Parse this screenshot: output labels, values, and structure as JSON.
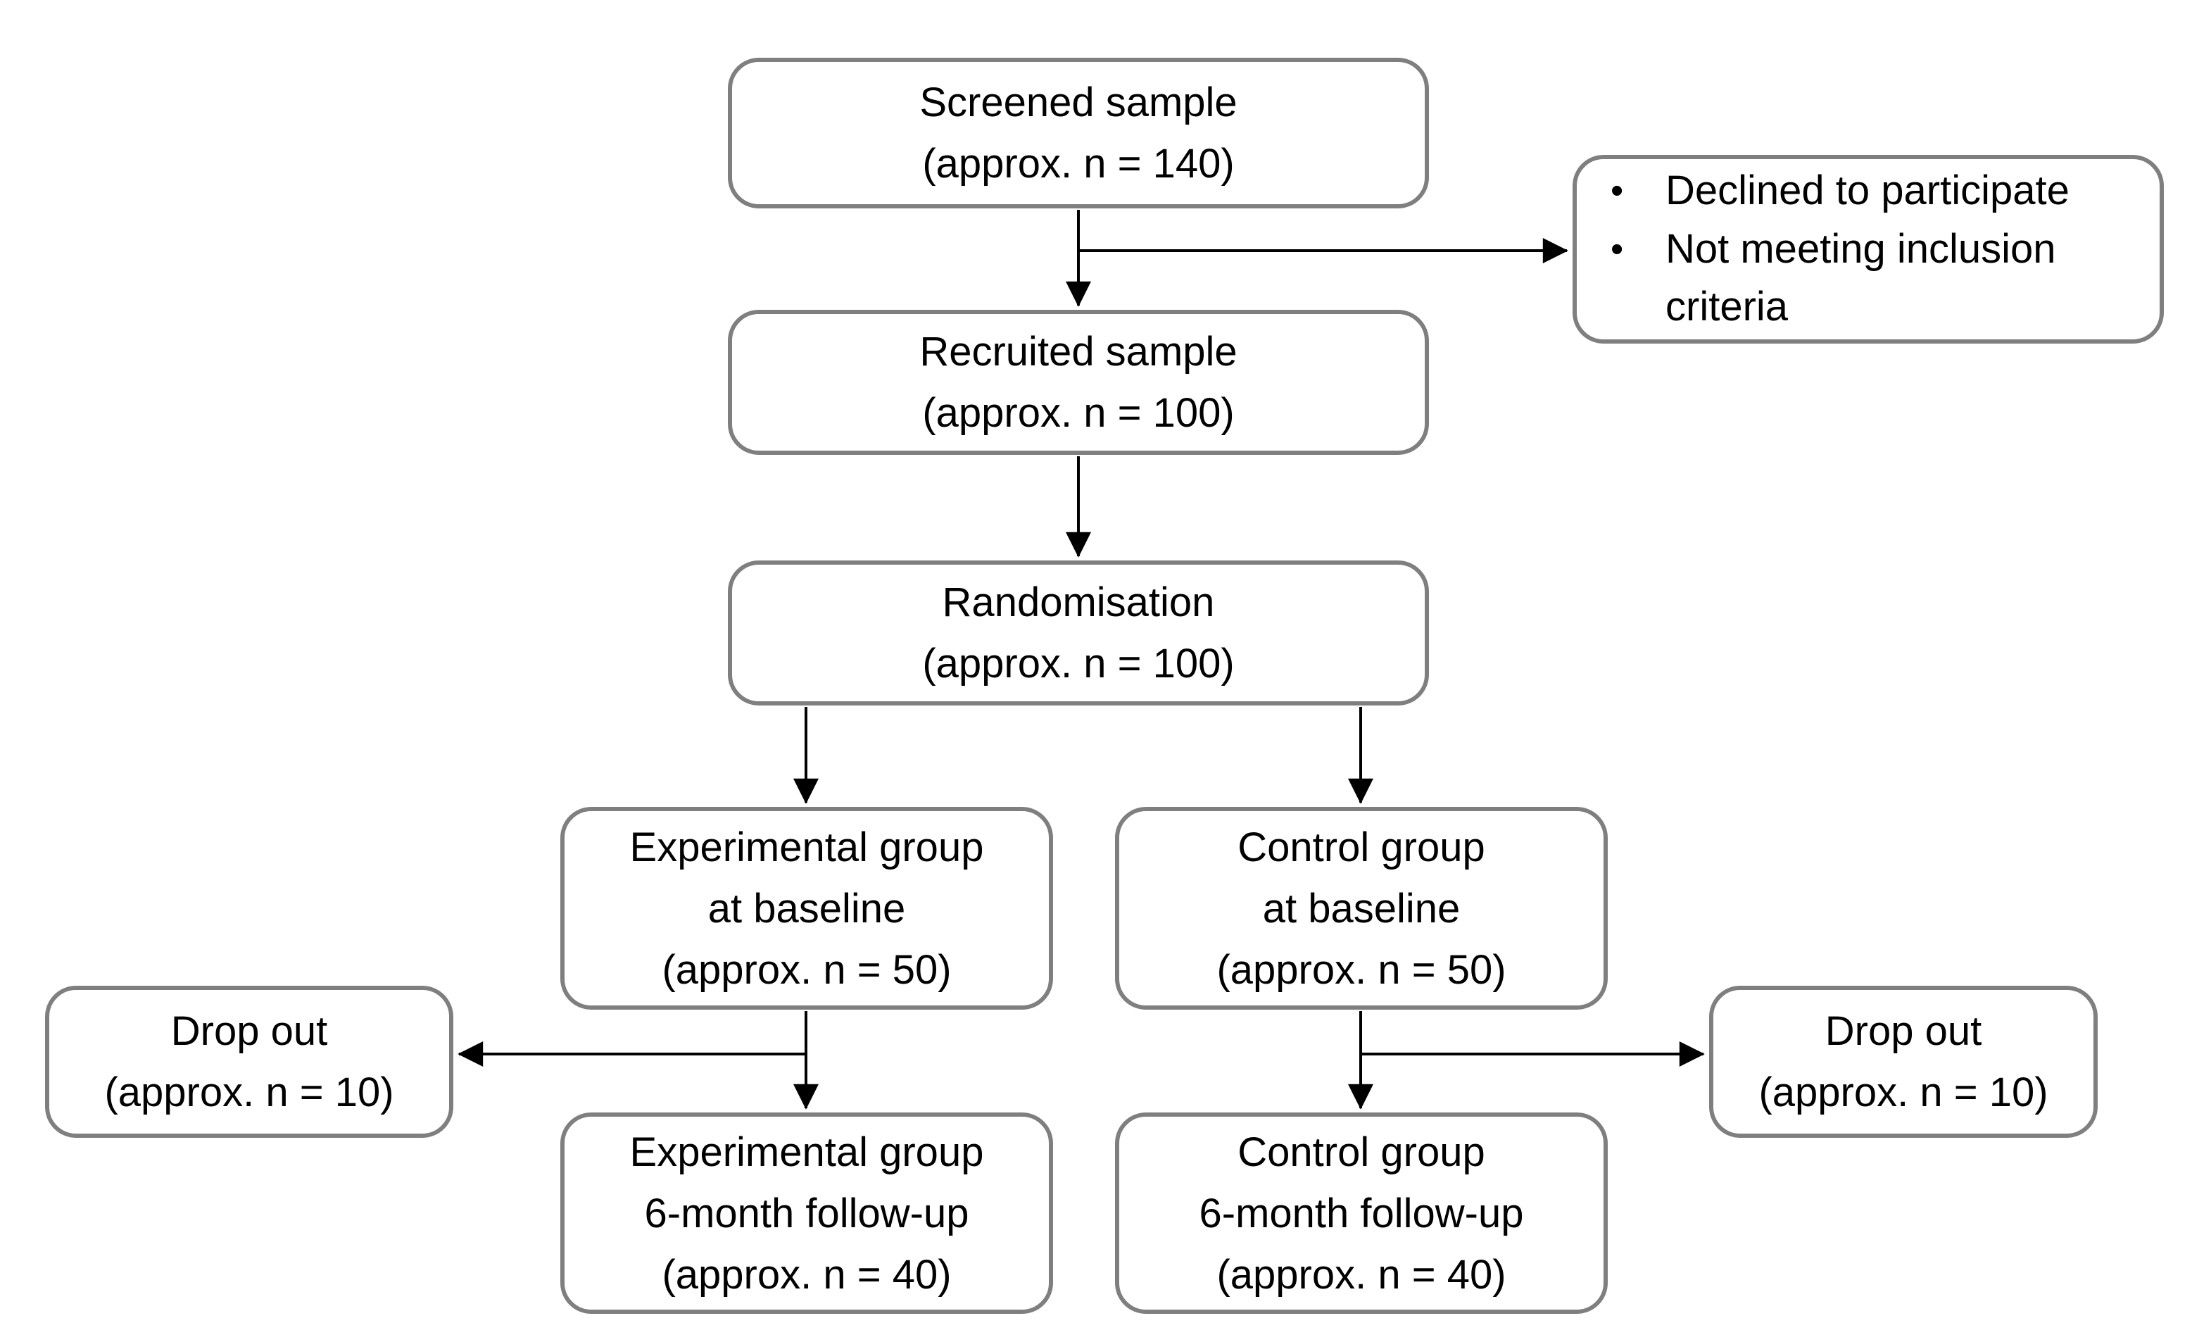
{
  "diagram": {
    "type": "study-flow-chart",
    "description_visible_on_screen": false
  },
  "style": {
    "box_border_color": "#7f7f7f",
    "arrow_color": "#000000",
    "text_color": "#000000",
    "canvas_bg": "#ffffff"
  },
  "icons": {
    "bullet": "•"
  },
  "nodes": {
    "screened": {
      "lines": [
        "Screened sample",
        "(approx. n = 140)"
      ]
    },
    "exclusions": {
      "items": [
        "Declined to participate",
        "Not meeting inclusion criteria"
      ]
    },
    "recruited": {
      "lines": [
        "Recruited sample",
        "(approx. n = 100)"
      ]
    },
    "randomisation": {
      "lines": [
        "Randomisation",
        "(approx. n = 100)"
      ]
    },
    "experimental_baseline": {
      "lines": [
        "Experimental group",
        "at baseline",
        "(approx. n = 50)"
      ]
    },
    "control_baseline": {
      "lines": [
        "Control group",
        "at baseline",
        "(approx. n = 50)"
      ]
    },
    "dropout_left": {
      "lines": [
        "Drop out",
        "(approx. n = 10)"
      ]
    },
    "dropout_right": {
      "lines": [
        "Drop out",
        "(approx. n = 10)"
      ]
    },
    "experimental_followup": {
      "lines": [
        "Experimental group",
        "6-month follow-up",
        "(approx. n = 40)"
      ]
    },
    "control_followup": {
      "lines": [
        "Control group",
        "6-month follow-up",
        "(approx. n = 40)"
      ]
    }
  },
  "edges": [
    {
      "from": "screened",
      "to": "recruited"
    },
    {
      "from": "screened",
      "to": "exclusions"
    },
    {
      "from": "recruited",
      "to": "randomisation"
    },
    {
      "from": "randomisation",
      "to": "experimental_baseline"
    },
    {
      "from": "randomisation",
      "to": "control_baseline"
    },
    {
      "from": "experimental_baseline",
      "to": "experimental_followup"
    },
    {
      "from": "experimental_baseline",
      "to": "dropout_left"
    },
    {
      "from": "control_baseline",
      "to": "control_followup"
    },
    {
      "from": "control_baseline",
      "to": "dropout_right"
    }
  ]
}
